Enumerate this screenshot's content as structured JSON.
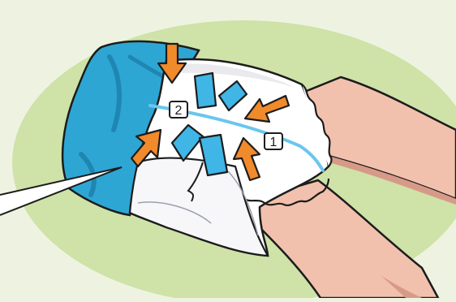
{
  "illustration": {
    "labels": [
      {
        "id": "marker-1",
        "text": "1"
      },
      {
        "id": "marker-2",
        "text": "2"
      }
    ],
    "colors": {
      "background": "#eef3e1",
      "backdrop_blob": "#cfe2a8",
      "blanket": "#2ea6d4",
      "blanket_shadow": "#1f86b2",
      "tabs": "#3fb6e6",
      "arrows": "#f08a2a",
      "skin": "#f2c1ad",
      "skin_shadow": "#d79a88",
      "diaper": "#ffffff",
      "diaper_shade": "#e9e9ee",
      "fold_line": "#69c6ee",
      "outline": "#1c1c1c"
    },
    "icons": [
      "arrow-icon",
      "tape-tab-icon",
      "callout-pointer-icon"
    ]
  }
}
